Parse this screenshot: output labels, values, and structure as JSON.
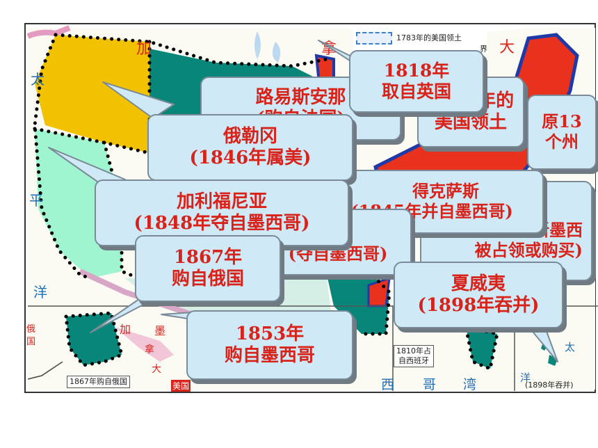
{
  "map_labels": {
    "jia": "加",
    "na": "拿",
    "da": "大",
    "tai_left": "太",
    "ping": "平",
    "yang_left": "洋",
    "jia_lower": "加",
    "mo": "墨",
    "na_lower": "拿",
    "da_lower": "大",
    "tai_right": "太",
    "yang_right": "洋",
    "xi": "西",
    "ge": "哥",
    "wan": "湾",
    "e": "俄",
    "guo": "国",
    "meiguo": "美国"
  },
  "legend": {
    "line1": "1783年的美国领土",
    "line2": "界"
  },
  "box_labels": {
    "alaska": "1867年购自俄国",
    "florida_line1": "1810年占",
    "florida_line2": "自西班牙",
    "hawaii": "(1898年吞并)"
  },
  "callouts": {
    "louisiana": {
      "line1": "路易斯安那",
      "line2": "(购自法国)"
    },
    "original": {
      "line1": "1783年的",
      "line2": "美国领土"
    },
    "thirteen": {
      "line1": "原13",
      "line2": "个州"
    },
    "britain": {
      "line1": "1818年",
      "line2": "取自英国"
    },
    "oregon": {
      "line1": "俄勒冈",
      "line2": "(1846年属美)"
    },
    "texas": {
      "line1": "得克萨斯",
      "line2": "(1845年并自墨西哥)"
    },
    "newmexico": {
      "line1": "新墨西",
      "line2": "被占领或购买)"
    },
    "california": {
      "line1": "加利福尼亚",
      "line2": "(1848年夺自墨西哥)"
    },
    "mexico_hidden": {
      "line1": "",
      "line2": "(夺自墨西哥)"
    },
    "alaska": {
      "line1": "1867年",
      "line2": "购自俄国"
    },
    "hawaii": {
      "line1": "夏威夷",
      "line2": "(1898年吞并)"
    },
    "gadsden": {
      "line1": "1853年",
      "line2": "购自墨西哥"
    }
  },
  "colors": {
    "ocean": "#ffffff",
    "oregon": "#f2c200",
    "california": "#9ff5cf",
    "teal": "#08867a",
    "red": "#e8321e",
    "blue_border": "#1f3aa8",
    "callout_bg": "#cfe9f7",
    "callout_text": "#d8231b"
  }
}
